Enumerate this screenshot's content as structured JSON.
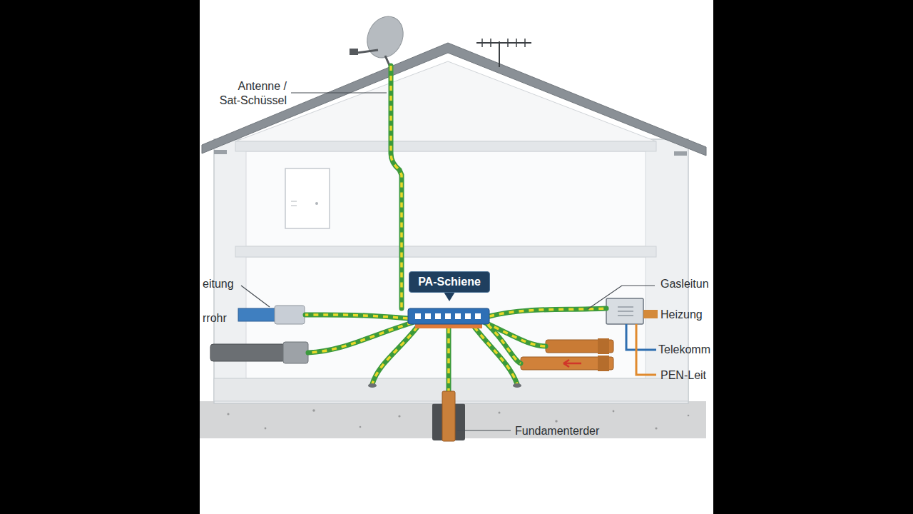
{
  "diagram": {
    "nodes": [
      {
        "text": [
          "PA-Schiene"
        ]
      }
    ],
    "labels": [
      "Antenne / Sat-Schüssel",
      "eitung",
      "rrohr",
      "Gasleitun",
      "Heizung",
      "Telekomm",
      "PEN-Leit",
      "Fundamenterder"
    ]
  }
}
